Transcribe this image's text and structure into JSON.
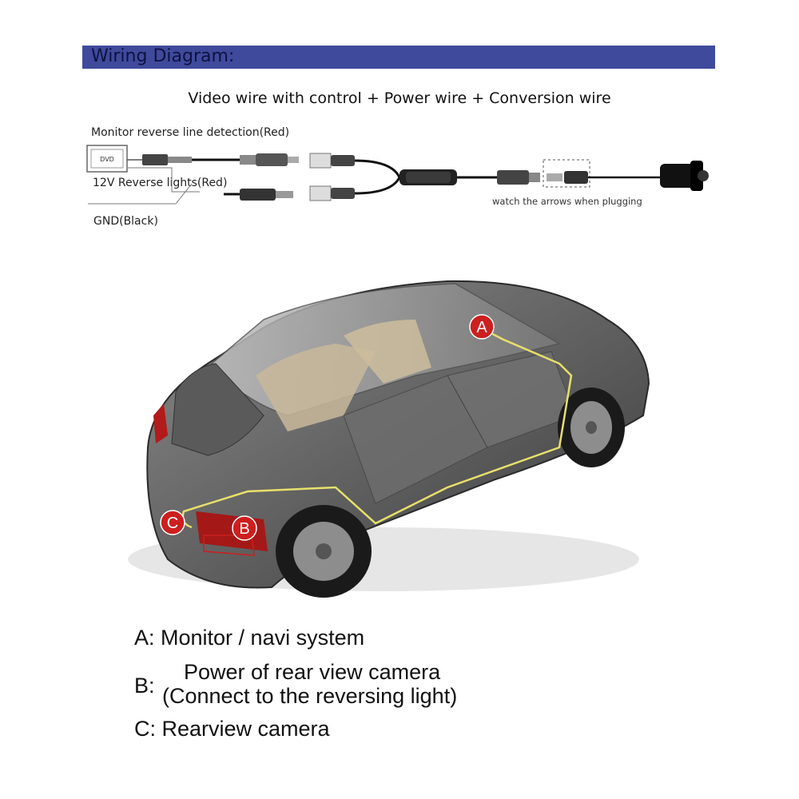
{
  "header": {
    "title": "Wiring Diagram:"
  },
  "subtitle": "Video wire with control + Power wire + Conversion wire",
  "wiring": {
    "monitor_line": "Monitor reverse line detection(Red)",
    "dvd_box": "DVD",
    "reverse_lights": "12V Reverse lights(Red)",
    "gnd": "GND(Black)",
    "arrows_note": "watch the arrows when plugging"
  },
  "markers": {
    "a": "A",
    "b": "B",
    "c": "C"
  },
  "legend": {
    "a_text": "A: Monitor / navi system",
    "b_letter": "B:",
    "b_line1": "Power of rear view camera",
    "b_line2": "(Connect to the reversing light)",
    "c_text": "C: Rearview camera"
  },
  "colors": {
    "header_bar": "#3f4a9c",
    "marker_red": "#cc1f1f",
    "wire_yellow": "#e8e06a"
  }
}
